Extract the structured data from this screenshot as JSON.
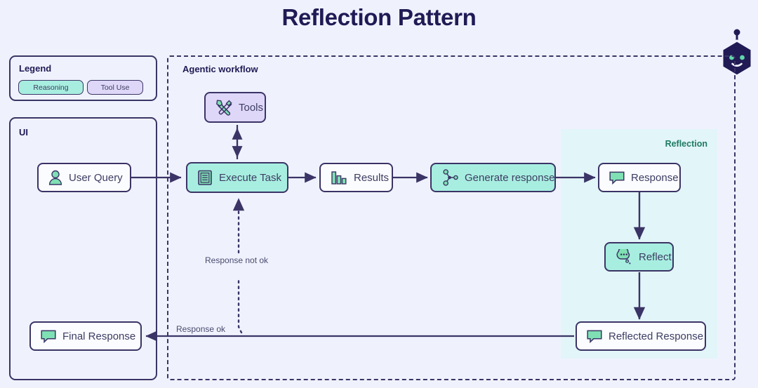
{
  "page": {
    "title": "Reflection Pattern",
    "background": "#eff2fd",
    "ink": "#3b3466",
    "accent_mint": "#a8eee0",
    "accent_lavender": "#ded7f8",
    "accent_reflection_bg": "#e2f5f8",
    "accent_reflection_text": "#1d7a63",
    "title_color": "#201a55"
  },
  "legend": {
    "title": "Legend",
    "items": [
      {
        "label": "Reasoning",
        "color": "#a8eee0",
        "kind": "reasoning"
      },
      {
        "label": "Tool Use",
        "color": "#ded7f8",
        "kind": "tool-use"
      }
    ]
  },
  "ui_group": {
    "label": "UI",
    "nodes": [
      {
        "id": "user-query",
        "label": "User Query",
        "icon": "user-icon",
        "style": "white"
      },
      {
        "id": "final-response",
        "label": "Final Response",
        "icon": "speech-bubble-icon",
        "style": "white"
      }
    ]
  },
  "workflow_group": {
    "label": "Agentic workflow",
    "nodes": [
      {
        "id": "tools",
        "label": "Tools",
        "icon": "tools-icon",
        "style": "lavender"
      },
      {
        "id": "execute-task",
        "label": "Execute Task",
        "icon": "document-list-icon",
        "style": "mint"
      },
      {
        "id": "results",
        "label": "Results",
        "icon": "bar-chart-icon",
        "style": "white"
      },
      {
        "id": "generate-response",
        "label": "Generate response",
        "icon": "node-network-icon",
        "style": "mint"
      }
    ]
  },
  "reflection_group": {
    "label": "Reflection",
    "nodes": [
      {
        "id": "response",
        "label": "Response",
        "icon": "speech-bubble-icon",
        "style": "white"
      },
      {
        "id": "reflect",
        "label": "Reflect",
        "icon": "thought-bubble-icon",
        "style": "mint"
      },
      {
        "id": "reflected-response",
        "label": "Reflected Response",
        "icon": "speech-bubble-icon",
        "style": "white"
      }
    ]
  },
  "edges": [
    {
      "id": "not-ok",
      "label": "Response not ok",
      "style": "dotted"
    },
    {
      "id": "ok",
      "label": "Response ok",
      "style": "solid"
    }
  ],
  "branding": {
    "icon": "robot-head-icon"
  }
}
